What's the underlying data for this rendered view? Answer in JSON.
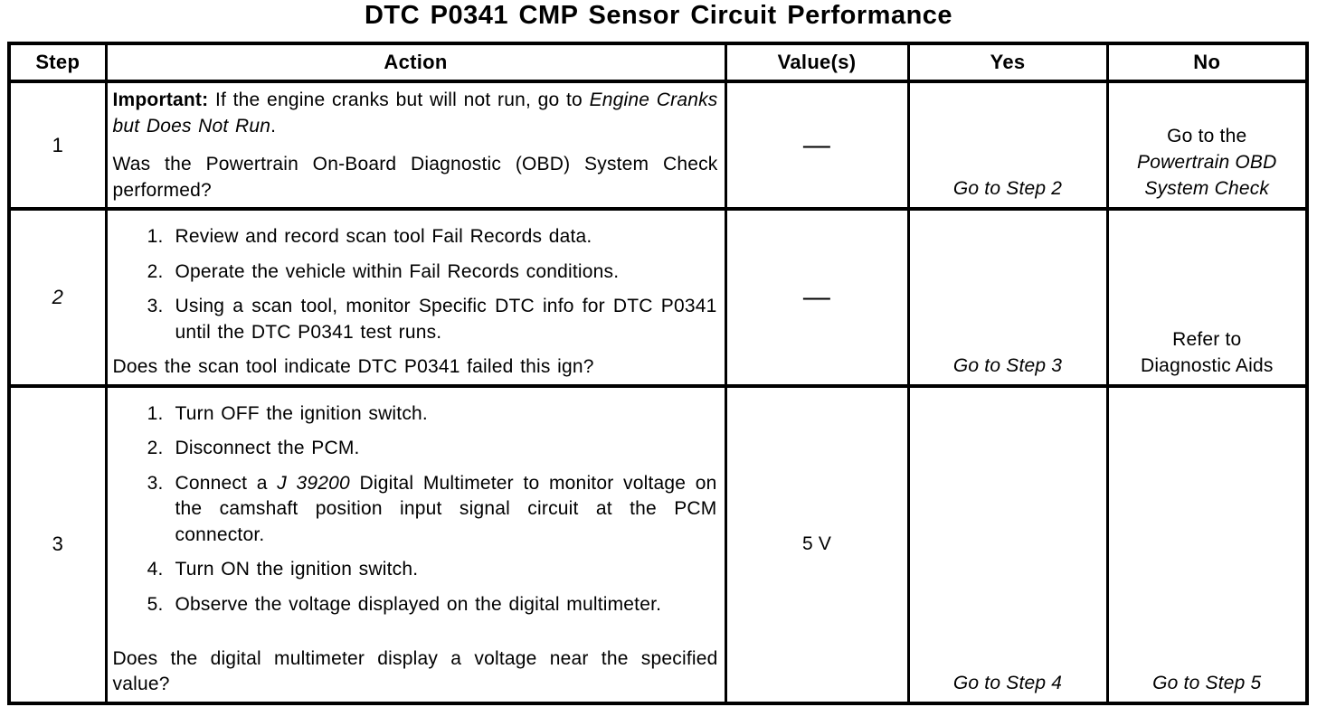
{
  "title": "DTC P0341 CMP Sensor Circuit Performance",
  "table": {
    "headers": {
      "step": "Step",
      "action": "Action",
      "values": "Value(s)",
      "yes": "Yes",
      "no": "No"
    },
    "row1": {
      "step": "1",
      "important_label": "Important:",
      "important_rest": " If the engine cranks but will not run, go to ",
      "important_ref": "Engine Cranks but Does Not Run",
      "important_end": ".",
      "question": "Was the Powertrain On-Board Diagnostic (OBD) System Check performed?",
      "value": "—",
      "yes": "Go to Step 2",
      "no_line1": "Go to the",
      "no_ref": "Powertrain OBD System Check"
    },
    "row2": {
      "step": "2",
      "items": [
        {
          "num": "1.",
          "text": "Review and record scan tool Fail Records data."
        },
        {
          "num": "2.",
          "text": "Operate the vehicle within Fail Records conditions."
        },
        {
          "num": "3.",
          "text": "Using a scan tool, monitor Specific DTC info for DTC P0341 until the DTC P0341 test runs."
        }
      ],
      "question": "Does the scan tool indicate DTC P0341 failed this ign?",
      "value": "—",
      "yes": "Go to Step 3",
      "no_line1": "Refer to",
      "no_line2": "Diagnostic Aids"
    },
    "row3": {
      "step": "3",
      "items_a": [
        {
          "num": "1.",
          "text": "Turn OFF the ignition switch."
        },
        {
          "num": "2.",
          "text": "Disconnect the PCM."
        }
      ],
      "item3_num": "3.",
      "item3_pre": "Connect a ",
      "item3_ref": "J 39200",
      "item3_post": " Digital Multimeter to monitor voltage on the camshaft position input signal circuit at the PCM connector.",
      "items_b": [
        {
          "num": "4.",
          "text": "Turn ON the ignition switch."
        },
        {
          "num": "5.",
          "text": "Observe the voltage displayed on the digital multimeter."
        }
      ],
      "question": "Does the digital multimeter display a voltage near the specified value?",
      "value": "5 V",
      "yes": "Go to Step 4",
      "no": "Go to Step 5"
    }
  }
}
